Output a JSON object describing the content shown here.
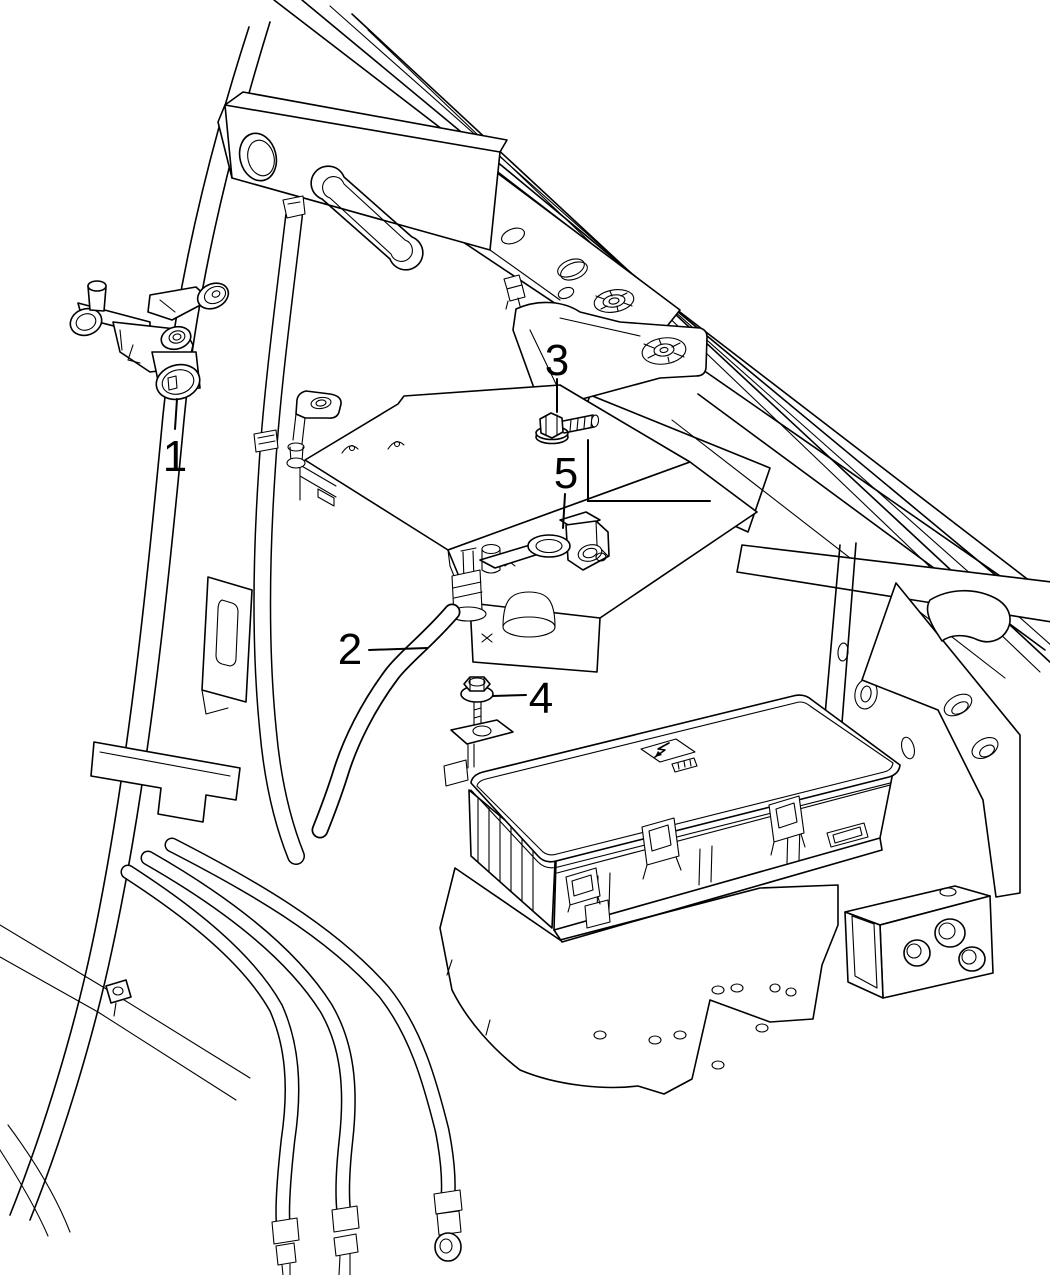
{
  "figure": {
    "kind": "vehicle-parts-line-drawing",
    "background_color": "#ffffff",
    "line_color": "#000000"
  },
  "callouts": [
    {
      "label": "1"
    },
    {
      "label": "2"
    },
    {
      "label": "3"
    },
    {
      "label": "4"
    },
    {
      "label": "5"
    }
  ]
}
